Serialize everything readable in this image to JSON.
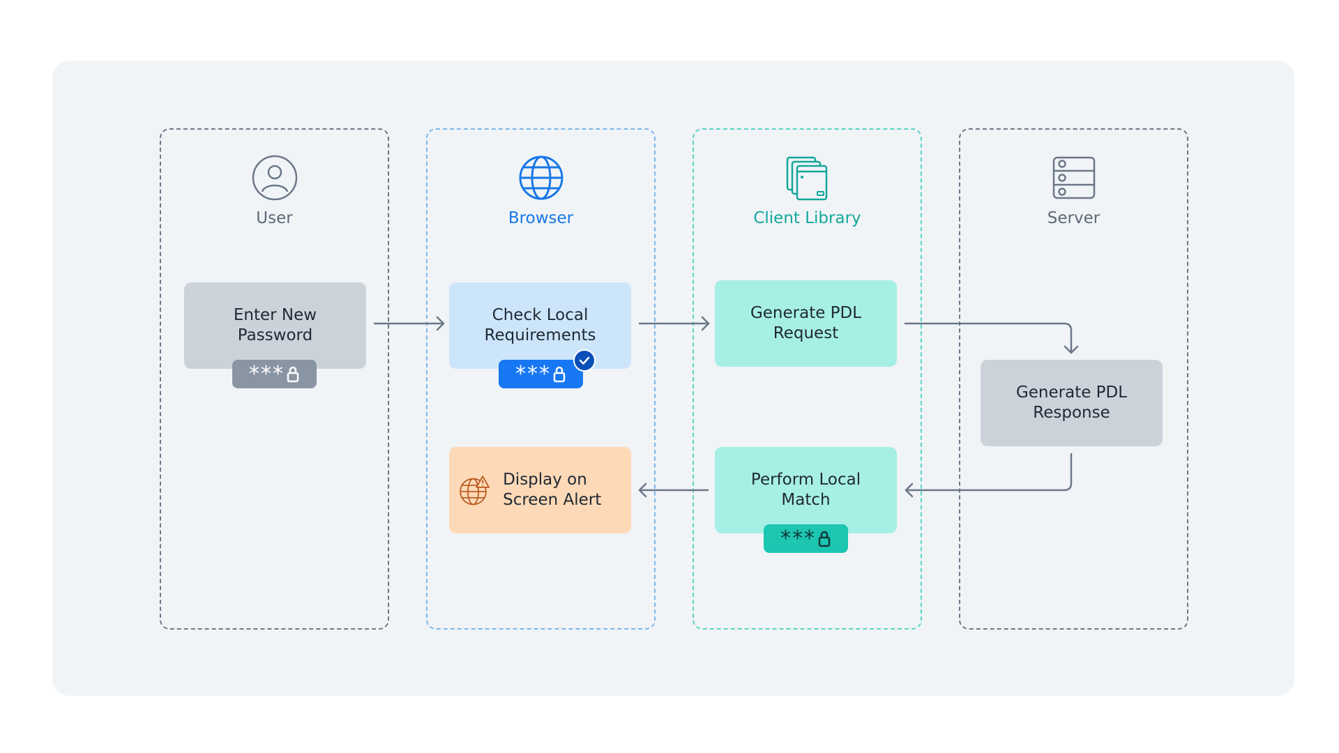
{
  "lanes": [
    {
      "title": "User",
      "icon": "user-icon"
    },
    {
      "title": "Browser",
      "icon": "globe-icon"
    },
    {
      "title": "Client Library",
      "icon": "library-stack-icon"
    },
    {
      "title": "Server",
      "icon": "server-icon"
    }
  ],
  "steps": {
    "enter_password": "Enter New Password",
    "check_requirements": "Check Local Requirements",
    "generate_request": "Generate PDL Request",
    "generate_response": "Generate PDL Response",
    "local_match": "Perform Local Match",
    "display_alert": "Display on Screen Alert"
  },
  "badges": {
    "user_masked": "***",
    "browser_masked": "***",
    "client_masked": "***"
  },
  "icons": {
    "lock": "lock-icon",
    "check": "check-icon",
    "alert": "globe-warning-icon"
  },
  "colors": {
    "panel_bg": "#f1f4f7",
    "gray_box": "#ccd2da",
    "blue_box": "#cde5fb",
    "teal_box": "#a6efe5",
    "orange_box": "#fdd9b7",
    "browser_accent": "#1877e6",
    "client_accent": "#12a79a",
    "connector": "#6b7788"
  }
}
